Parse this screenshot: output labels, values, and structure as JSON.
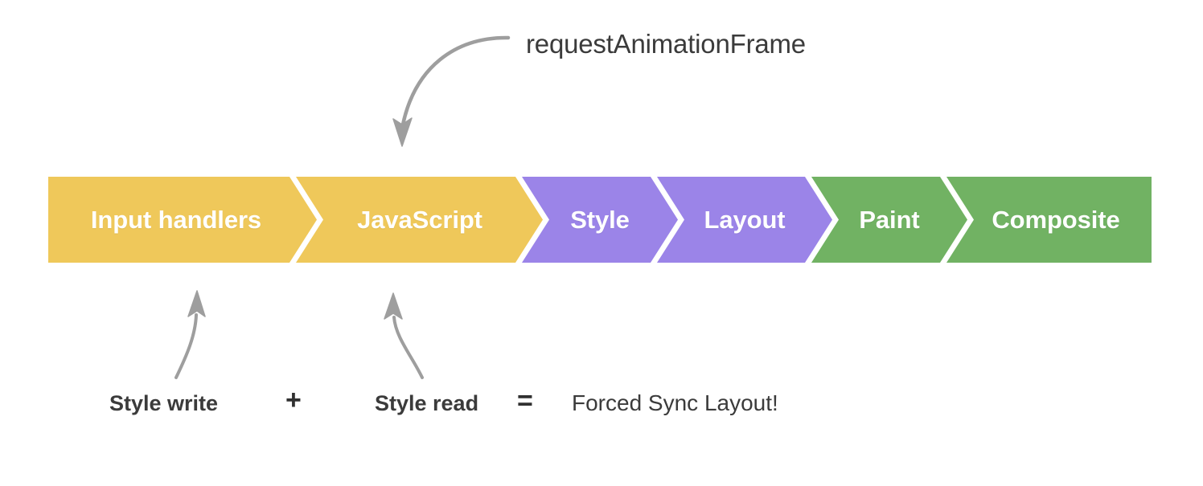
{
  "diagram": {
    "title": "Browser rendering pipeline with forced synchronous layout annotation",
    "background_color": "#ffffff",
    "annotation_color": "#9e9e9e"
  },
  "top_annotation": {
    "label": "requestAnimationFrame",
    "arrow_icon": "curved-arrow-down-icon",
    "points_to": "JavaScript"
  },
  "pipeline": {
    "stages": [
      {
        "label": "Input handlers",
        "color": "#efc85a",
        "group": "script"
      },
      {
        "label": "JavaScript",
        "color": "#efc85a",
        "group": "script"
      },
      {
        "label": "Style",
        "color": "#9b84e8",
        "group": "render"
      },
      {
        "label": "Layout",
        "color": "#9b84e8",
        "group": "render"
      },
      {
        "label": "Paint",
        "color": "#71b263",
        "group": "raster"
      },
      {
        "label": "Composite",
        "color": "#71b263",
        "group": "raster"
      }
    ],
    "separator_color": "#ffffff",
    "text_color": "#ffffff"
  },
  "formula": {
    "term_1": "Style write",
    "operator_1": "+",
    "term_2": "Style read",
    "operator_2": "=",
    "result": "Forced Sync Layout!",
    "arrow_1_icon": "curved-arrow-up-icon",
    "arrow_1_points_to": "Input handlers",
    "arrow_2_icon": "curved-arrow-up-icon",
    "arrow_2_points_to": "JavaScript"
  }
}
